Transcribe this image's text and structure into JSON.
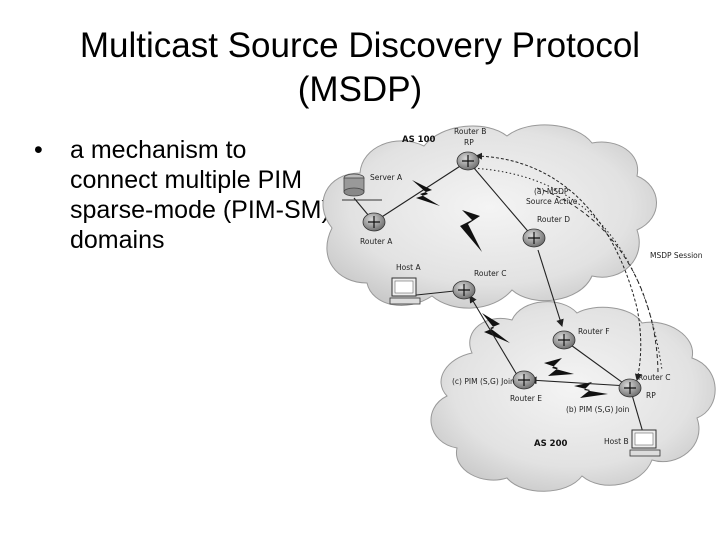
{
  "slide": {
    "title_line1": "Multicast Source Discovery Protocol",
    "title_line2": "(MSDP)",
    "bullet_symbol": "•",
    "bullets": [
      "a mechanism to connect multiple PIM sparse-mode (PIM-SM) domains"
    ]
  },
  "diagram": {
    "as_top": "AS 100",
    "as_bottom": "AS 200",
    "router_b": "Router B",
    "rp_top": "RP",
    "server_a": "Server A",
    "router_a": "Router A",
    "host_a": "Host A",
    "router_c_top": "Router C",
    "router_d": "Router D",
    "sa_label_1": "(a) MSDP",
    "sa_label_2": "Source Active",
    "msdp_session": "MSDP Session",
    "router_f": "Router F",
    "router_c_bottom": "Router C",
    "rp_bottom": "RP",
    "router_e": "Router E",
    "join_c": "(c) PIM (S,G) Join",
    "join_b": "(b) PIM (S,G) Join",
    "host_b": "Host B"
  }
}
